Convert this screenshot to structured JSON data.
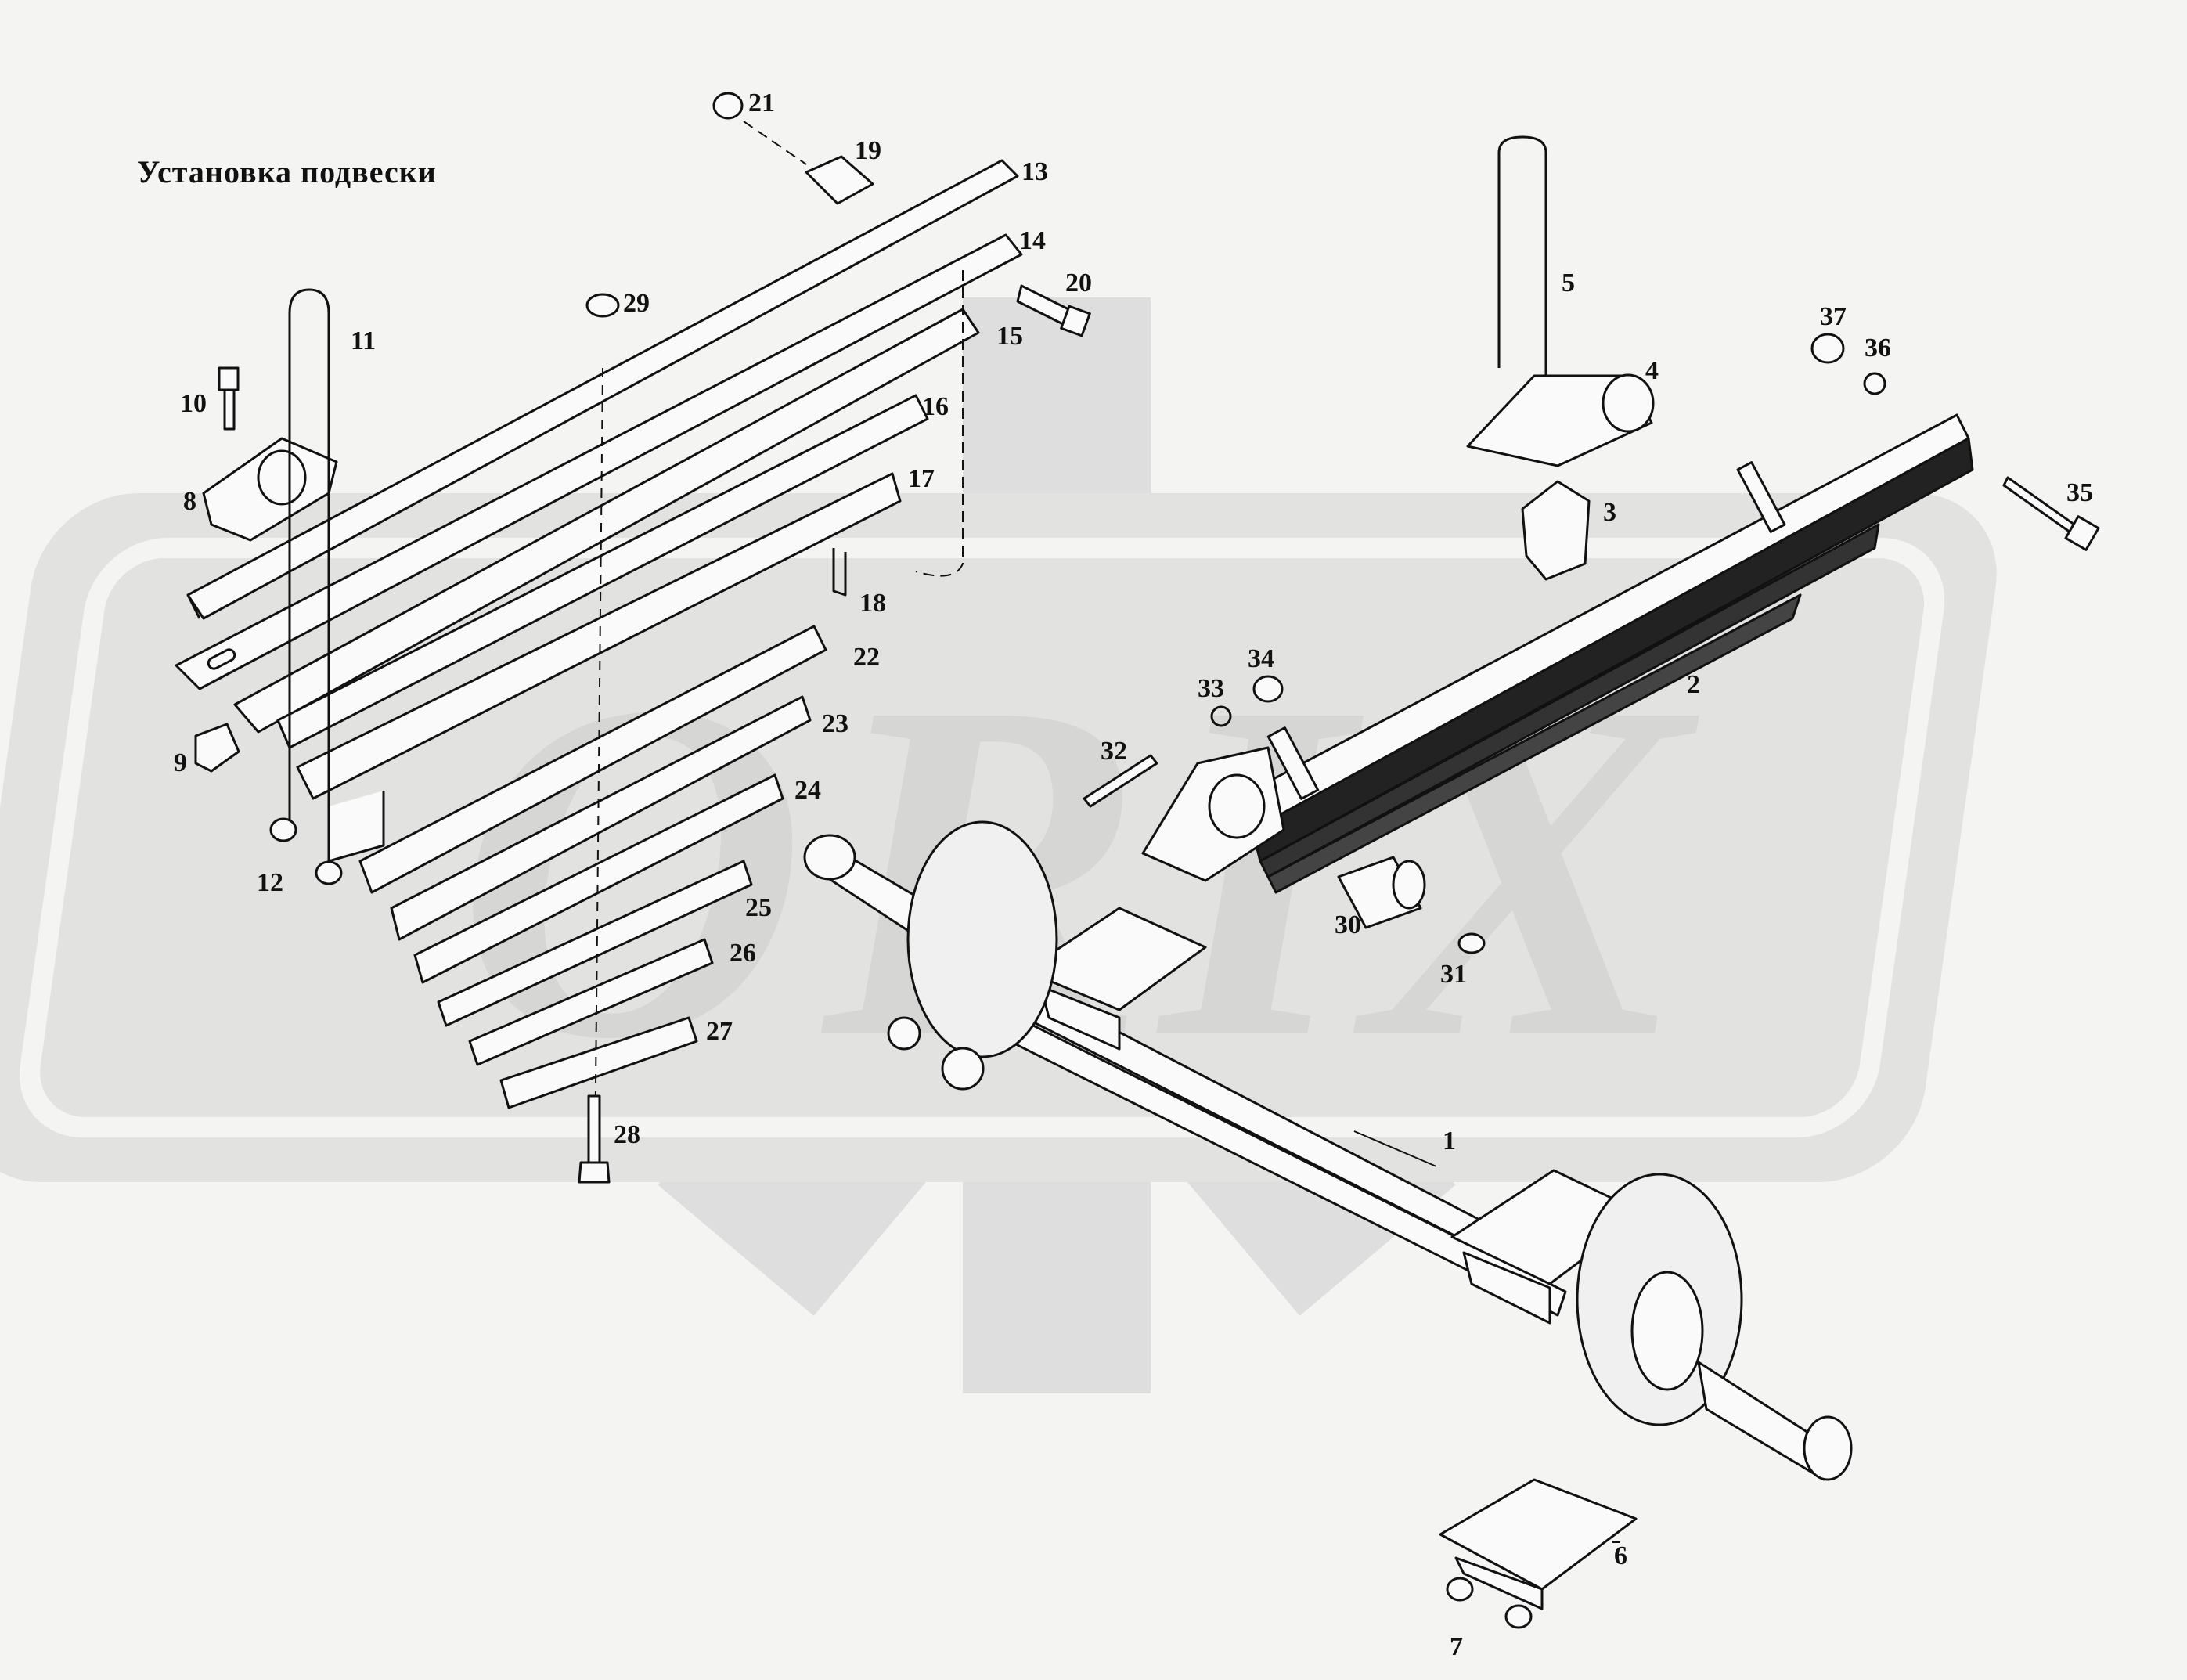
{
  "title": "Установка подвески",
  "watermark": {
    "text": "ORIX",
    "color": "#dcdcda"
  },
  "ink": "#111111",
  "callouts": [
    {
      "n": "1"
    },
    {
      "n": "2"
    },
    {
      "n": "3"
    },
    {
      "n": "4"
    },
    {
      "n": "5"
    },
    {
      "n": "6"
    },
    {
      "n": "7"
    },
    {
      "n": "8"
    },
    {
      "n": "9"
    },
    {
      "n": "10"
    },
    {
      "n": "11"
    },
    {
      "n": "12"
    },
    {
      "n": "13"
    },
    {
      "n": "14"
    },
    {
      "n": "15"
    },
    {
      "n": "16"
    },
    {
      "n": "17"
    },
    {
      "n": "18"
    },
    {
      "n": "19"
    },
    {
      "n": "20"
    },
    {
      "n": "21"
    },
    {
      "n": "22"
    },
    {
      "n": "23"
    },
    {
      "n": "24"
    },
    {
      "n": "25"
    },
    {
      "n": "26"
    },
    {
      "n": "27"
    },
    {
      "n": "28"
    },
    {
      "n": "29"
    },
    {
      "n": "30"
    },
    {
      "n": "31"
    },
    {
      "n": "32"
    },
    {
      "n": "33"
    },
    {
      "n": "34"
    },
    {
      "n": "35"
    },
    {
      "n": "36"
    },
    {
      "n": "37"
    }
  ]
}
